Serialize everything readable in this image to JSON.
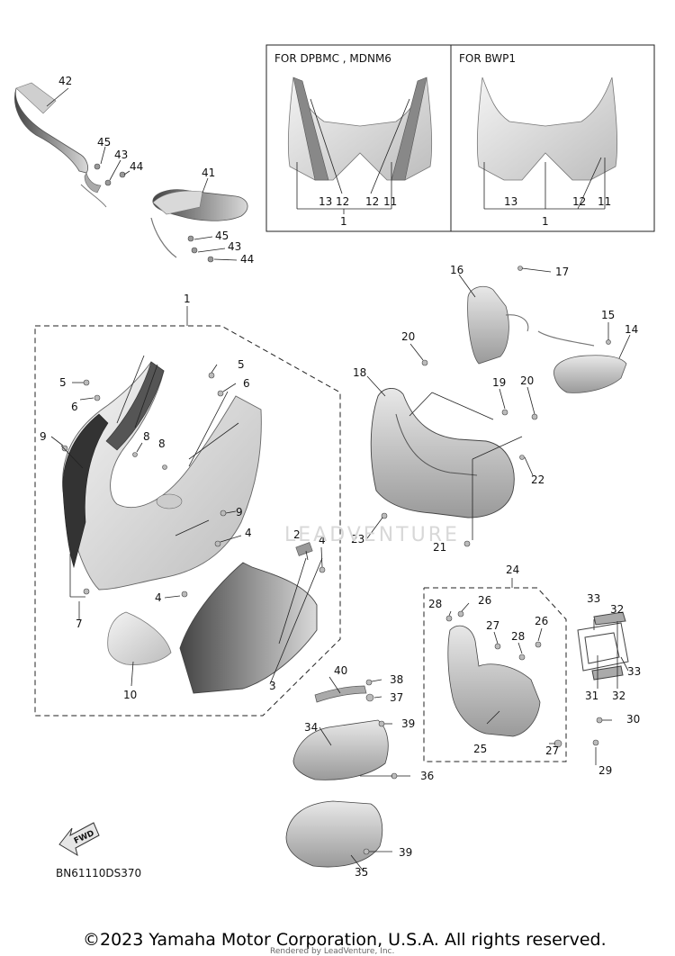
{
  "inset": {
    "left_header": "FOR DPBMC , MDNM6",
    "right_header": "FOR BWP1",
    "left_labels": [
      "13",
      "12",
      "12",
      "11",
      "1"
    ],
    "right_labels": [
      "13",
      "12",
      "11",
      "1"
    ]
  },
  "labels": {
    "p1": "1",
    "p2": "2",
    "p3": "3",
    "p4a": "4",
    "p4b": "4",
    "p4c": "4",
    "p5a": "5",
    "p5b": "5",
    "p6a": "6",
    "p6b": "6",
    "p7": "7",
    "p8a": "8",
    "p8b": "8",
    "p9a": "9",
    "p9b": "9",
    "p10": "10",
    "p14": "14",
    "p15": "15",
    "p16": "16",
    "p17": "17",
    "p18": "18",
    "p19": "19",
    "p20a": "20",
    "p20b": "20",
    "p21": "21",
    "p22": "22",
    "p23": "23",
    "p24": "24",
    "p25": "25",
    "p26a": "26",
    "p26b": "26",
    "p27a": "27",
    "p27b": "27",
    "p28a": "28",
    "p28b": "28",
    "p29": "29",
    "p30": "30",
    "p31": "31",
    "p32a": "32",
    "p32b": "32",
    "p33a": "33",
    "p33b": "33",
    "p34": "34",
    "p35": "35",
    "p36": "36",
    "p37": "37",
    "p38": "38",
    "p39a": "39",
    "p39b": "39",
    "p40": "40",
    "p41": "41",
    "p42": "42",
    "p43a": "43",
    "p43b": "43",
    "p44a": "44",
    "p44b": "44",
    "p45a": "45",
    "p45b": "45"
  },
  "fwd_label": "FWD",
  "diagram_code": "BN61110DS370",
  "watermark": "LEADVENTURE",
  "copyright": "©2023 Yamaha Motor Corporation, U.S.A. All rights reserved.",
  "rendered_by": "Rendered by LeadVenture, Inc."
}
